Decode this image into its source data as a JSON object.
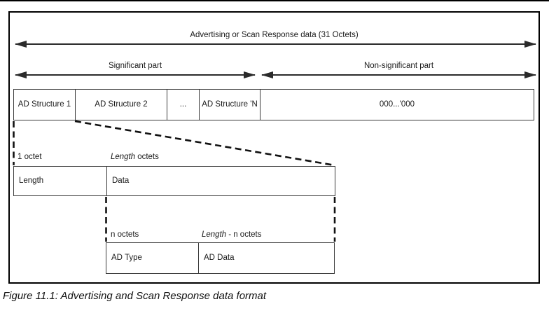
{
  "figure": {
    "top_arrow": {
      "label": "Advertising or Scan Response data (31 Octets)"
    },
    "significant_arrow": {
      "label": "Significant part"
    },
    "non_significant_arrow": {
      "label": "Non-significant part"
    },
    "ad_structures_row": {
      "cells": [
        "AD Structure 1",
        "AD Structure 2",
        "...",
        "AD Structure 'N",
        "000...'000"
      ]
    },
    "length_data_row": {
      "octet_labels": {
        "first": "1 octet",
        "second_italic": "Length",
        "second_rest": "octets"
      },
      "cells": [
        "Length",
        "Data"
      ]
    },
    "ad_type_data_row": {
      "octet_labels": {
        "first": "n octets",
        "second_italic": "Length",
        "second_rest": "- n octets"
      },
      "cells": [
        "AD Type",
        "AD Data"
      ]
    }
  },
  "caption": "Figure 11.1: Advertising and Scan Response data format",
  "colors": {
    "line": "#2b2b2b",
    "border": "#3a3a3a",
    "background": "#ffffff"
  }
}
